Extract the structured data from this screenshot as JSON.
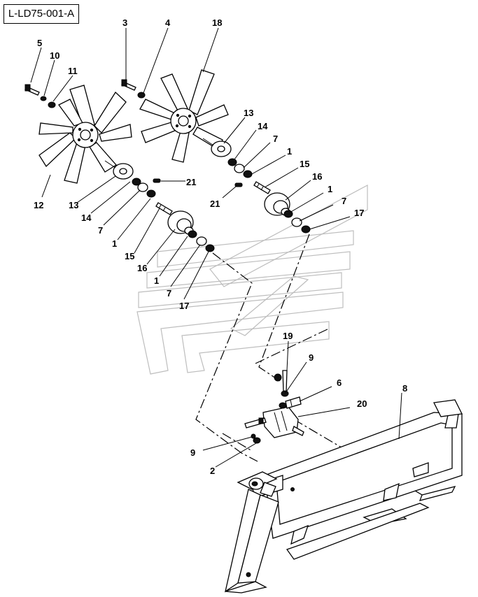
{
  "drawing_code": "L-LD75-001-A",
  "callouts": {
    "c1": "1",
    "c2": "2",
    "c4": "4",
    "c5": "5",
    "c6": "6",
    "c7": "7",
    "c8": "8",
    "c9": "9",
    "c10": "10",
    "c11": "11",
    "c12": "12",
    "c13": "13",
    "c14": "14",
    "c15": "15",
    "c16": "16",
    "c17": "17",
    "c18": "18",
    "c19": "19",
    "c20": "20",
    "c21": "21",
    "c3": "3"
  }
}
